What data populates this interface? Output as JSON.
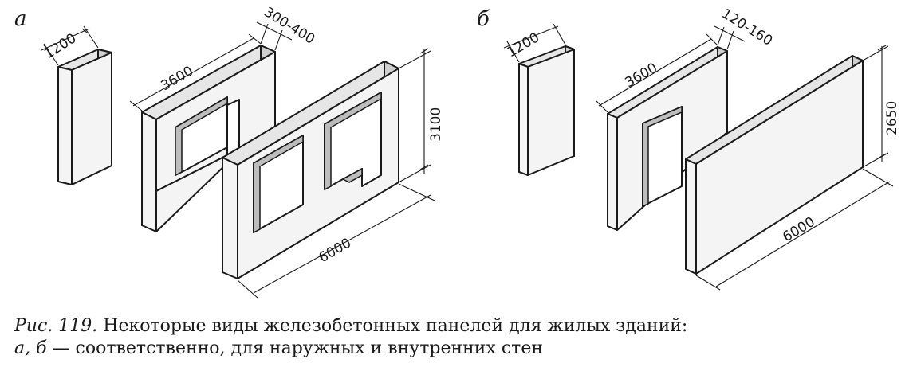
{
  "panel_a": {
    "letter": "а",
    "dims": {
      "width_small": "1200",
      "thickness": "300-400",
      "length_mid": "3600",
      "height": "3100",
      "length_long": "6000"
    }
  },
  "panel_b": {
    "letter": "б",
    "dims": {
      "width_small": "1200",
      "thickness": "120-160",
      "length_mid": "3600",
      "height": "2650",
      "length_long": "6000"
    }
  },
  "caption": {
    "fig_label": "Рис. 119.",
    "line1": " Некоторые виды железобетонных панелей для жилых зданий:",
    "letters": "а, б",
    "line2": " — соответственно, для наружных и внутренних стен"
  }
}
